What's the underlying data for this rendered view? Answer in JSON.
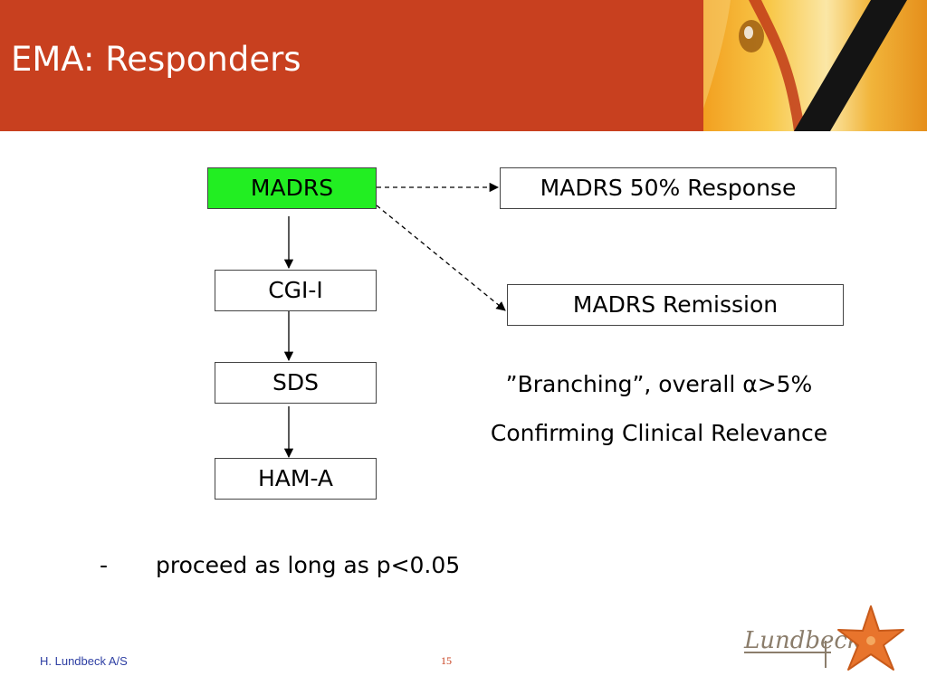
{
  "slide": {
    "title": "EMA: Responders",
    "footer_company": "H. Lundbeck A/S",
    "page_number": "15",
    "logo_text": "Lundbeck"
  },
  "diagram": {
    "chain": [
      {
        "id": "madrs",
        "label": "MADRS",
        "highlighted": true
      },
      {
        "id": "cgi-i",
        "label": "CGI-I",
        "highlighted": false
      },
      {
        "id": "sds",
        "label": "SDS",
        "highlighted": false
      },
      {
        "id": "ham-a",
        "label": "HAM-A",
        "highlighted": false
      }
    ],
    "branches": [
      {
        "id": "madrs-50-response",
        "label": "MADRS 50% Response"
      },
      {
        "id": "madrs-remission",
        "label": "MADRS Remission"
      }
    ],
    "edges": [
      {
        "from": "madrs",
        "to": "cgi-i",
        "style": "solid"
      },
      {
        "from": "cgi-i",
        "to": "sds",
        "style": "solid"
      },
      {
        "from": "sds",
        "to": "ham-a",
        "style": "solid"
      },
      {
        "from": "madrs",
        "to": "madrs-50-response",
        "style": "dashed"
      },
      {
        "from": "madrs",
        "to": "madrs-remission",
        "style": "dashed"
      }
    ],
    "note_branching": "”Branching”, overall α>5%",
    "note_relevance": "Confirming Clinical Relevance"
  },
  "bullet": {
    "marker": "-",
    "text": "proceed as long as p<0.05"
  },
  "colors": {
    "header": "#c8401f",
    "highlight": "#22ee22",
    "footer_text": "#2e3fa3"
  }
}
